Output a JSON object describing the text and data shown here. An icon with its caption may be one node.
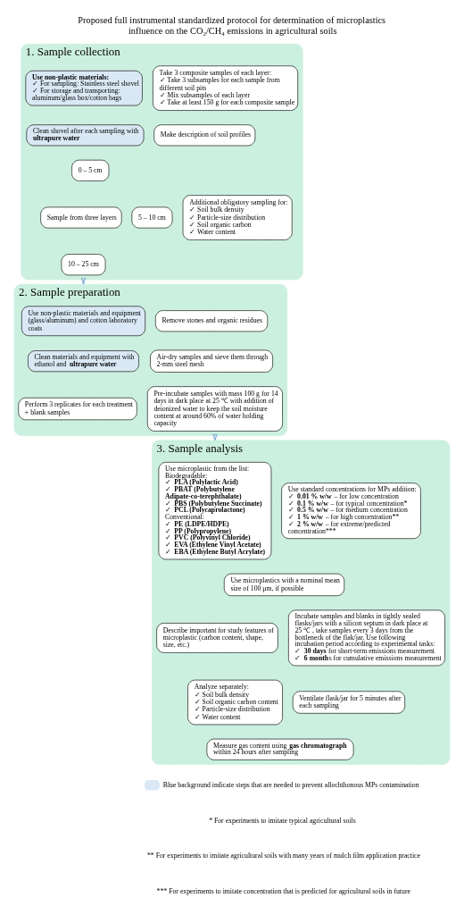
{
  "diagram": {
    "title": "Proposed full instrumental standardized protocol for determination of microplastics influence on the CO₂/CH₄ emissions in agricultural soils",
    "nodes": [
      {
        "text": [
          "1. Sample collection"
        ]
      },
      {
        "text": [
          "**Use non-plastic materials:**",
          "✓ For sampling: Stainless steel shovel",
          "✓ For storage and transporting: aluminum/glass box/cotton bags"
        ],
        "in": 0
      },
      {
        "text": [
          "Take 3 composite samples of each layer:",
          "✓ Take 3 subsamples for each sample from different soil pits",
          "✓ Mix subsamples of each layer",
          "✓ Take at least 150 g for each composite sample"
        ],
        "in": 0
      },
      {
        "text": [
          "Clean shovel after each sampling with **ultrapure water**"
        ],
        "in": 0
      },
      {
        "text": [
          "Make description of soil profiles"
        ],
        "in": 0
      },
      {
        "text": [
          "Sample from three layers"
        ],
        "in": 0
      },
      {
        "text": [
          "0 – 5 cm"
        ],
        "in": 0
      },
      {
        "text": [
          "5 – 10 cm"
        ],
        "in": 0
      },
      {
        "text": [
          "10 – 25 cm"
        ],
        "in": 0
      },
      {
        "text": [
          "Additional obligatory sampling for:",
          "✓ Soil bulk density",
          "✓ Particle-size distribution",
          "✓ Soil organic carbon",
          "✓ Water content"
        ],
        "in": 0
      },
      {
        "text": [
          "2. Sample preparation"
        ]
      },
      {
        "text": [
          "Remove stones and organic residues"
        ],
        "in": 10
      },
      {
        "text": [
          "Use non-plastic materials and equipment (glass/aluminum) and cotton laboratory coats"
        ],
        "in": 10
      },
      {
        "text": [
          "Air-dry samples and sieve them through 2-mm steel mesh"
        ],
        "in": 10
      },
      {
        "text": [
          "Clean materials and equipment with ethanol and **ultrapure water**"
        ],
        "in": 10
      },
      {
        "text": [
          "Pre-incubate samples with mass 100 g for 14 days in dark place at 25 ℃ with addition of deionized water to keep the soil moisture content at around 60% of water holding capacity"
        ],
        "in": 10
      },
      {
        "text": [
          "Perform 3 replicates for each treatment + blank samples"
        ],
        "in": 10
      },
      {
        "text": [
          "3. Sample analysis"
        ]
      },
      {
        "text": [
          "Use microplastic from the list:",
          "Biodegradable:",
          "✓ **PLA (Polylactic Acid)**",
          "✓ **PBAT (Polybutylene Adipate-co-terephthalate)**",
          "✓ **PBS (Polybutylene Succinate)**",
          "✓ **PCL (Polycaprolactone)**",
          "Conventional:",
          "✓ **PE (LDPE/HDPE)**",
          "✓ **PP (Polypropylene)**",
          "✓ **PVC (Polyvinyl Chloride)**",
          "✓ **EVA (Ethylene Vinyl Acetate)**",
          "✓ **EBA (Ethylene Butyl Acrylate)**"
        ],
        "in": 17
      },
      {
        "text": [
          "Use standard concentrations for MPs addition:",
          "✓ **0.01 % w/w** – for low concentration",
          "✓ **0.1 % w/w** – for typical concentration*",
          "✓ **0.5 % w/w** – for medium concentration",
          "✓ **1 % w/w** – for high concentration**",
          "✓ **2 % w/w** – for extreme/predicted concentration***"
        ],
        "in": 17
      },
      {
        "text": [
          "Use microplastics with a nominal mean size of 100 μm, if possible"
        ],
        "in": 17
      },
      {
        "text": [
          "Incubate samples and blanks in tightly sealed flasks/jars with a silicon septum in dark place at 25 ℃ , take samples every 3 days from the bottleneck of the flak/jar. Use following incubation period according to experimental tasks:",
          "✓ **30 days** for short-term emissions measurement",
          "✓ **6 month**s for cumulative emissions measurement"
        ],
        "in": 17
      },
      {
        "text": [
          "Describe important for study features of microplastic (carbon content, shape, size, etc.)"
        ],
        "in": 17
      },
      {
        "text": [
          "Analyze separately:",
          "✓ Soil bulk density",
          "✓ Soil organic carbon content",
          "✓ Particle-size distribution",
          "✓ Water content"
        ],
        "in": 17
      },
      {
        "text": [
          "Ventilate flask/jar for 5 minutes after each sampling"
        ],
        "in": 17
      },
      {
        "text": [
          "Measure gas content using **gas chromatograph** within 24 hours after sampling"
        ],
        "in": 17
      }
    ],
    "edges": [
      {
        "from": 0,
        "to": 10,
        "arrow": "to"
      },
      {
        "from": 10,
        "to": 17,
        "arrow": "to"
      }
    ],
    "labels": [
      "* For experiments to imitate typical agricultural soils",
      "** For experiments to imitate agricultural soils with many years of mulch film application practice",
      "*** For experiments to imitate concentration that is predicted for agricultural soils in future"
    ],
    "legend": [
      {
        "text": "Blue background indicate steps that are needed to prevent allochthonous MPs contamination",
        "color": "#dae8f5"
      }
    ]
  }
}
